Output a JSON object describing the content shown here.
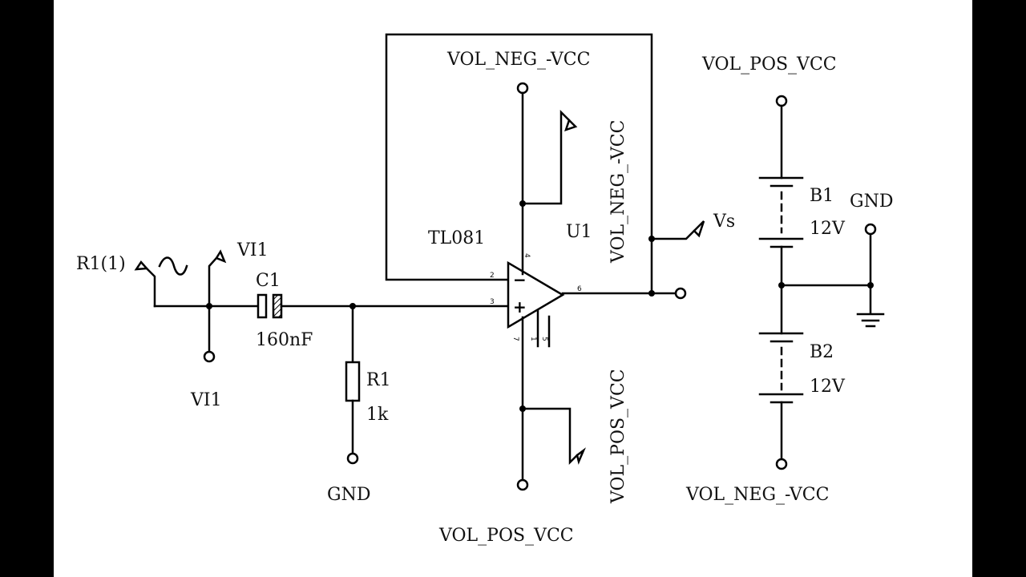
{
  "labels": {
    "r1_source": "R1(1)",
    "vi1_probe": "VI1",
    "c1_name": "C1",
    "c1_value": "160nF",
    "vi1_terminal": "VI1",
    "r1_name": "R1",
    "r1_value": "1k",
    "gnd_left": "GND",
    "opamp_model": "TL081",
    "opamp_ref": "U1",
    "neg_vcc_top": "VOL_NEG_-VCC",
    "neg_vcc_vertical": "VOL_NEG_-VCC",
    "pos_vcc_vertical": "VOL_POS_VCC",
    "pos_vcc_bottom": "VOL_POS_VCC",
    "vs_probe": "Vs",
    "pos_vcc_right": "VOL_POS_VCC",
    "b1_name": "B1",
    "b1_value": "12V",
    "gnd_right": "GND",
    "b2_name": "B2",
    "b2_value": "12V",
    "neg_vcc_right": "VOL_NEG_-VCC"
  },
  "opamp": {
    "pins": {
      "inv": "2",
      "noninv": "3",
      "out": "6",
      "vneg": "4",
      "p7": "7",
      "p1": "1",
      "p5": "5"
    },
    "inverting_sign": "−",
    "noninverting_sign": "+"
  },
  "source_symbol": "~"
}
